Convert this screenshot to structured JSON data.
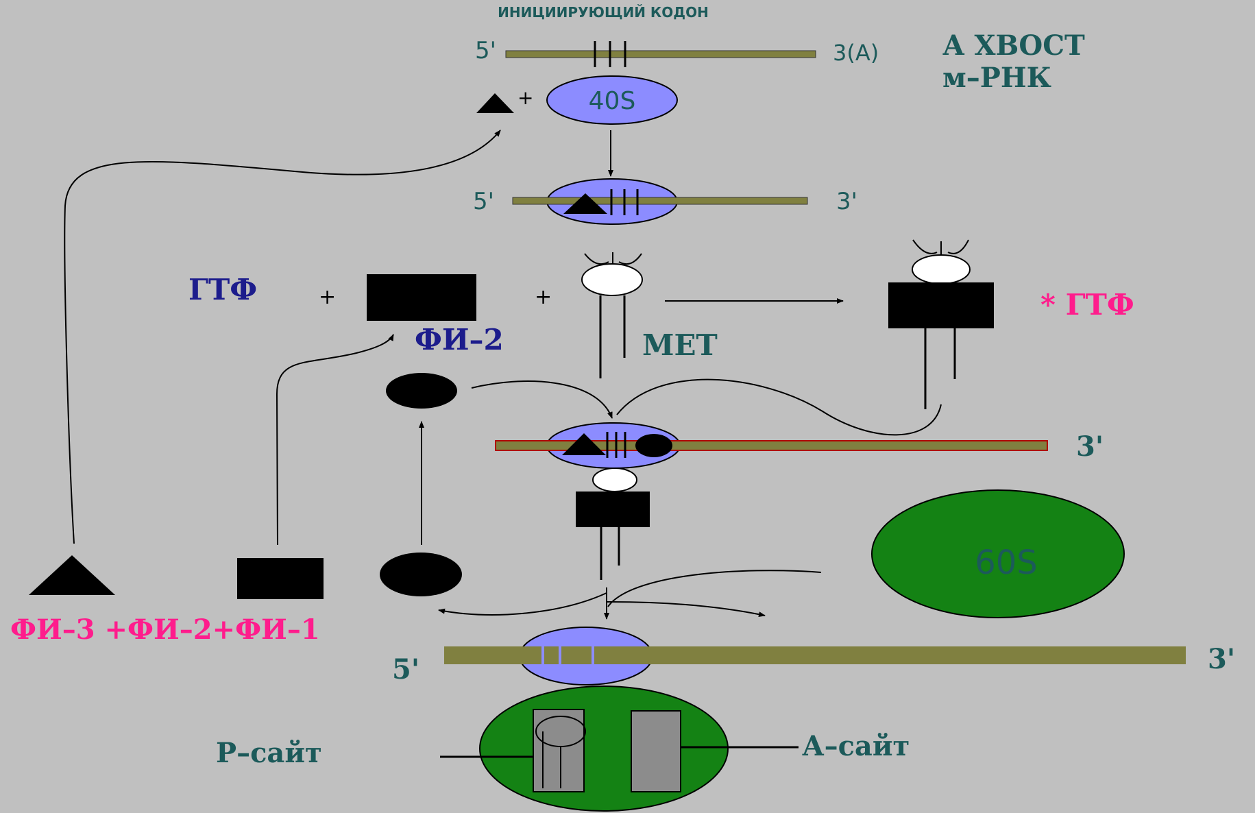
{
  "title": "ИНИЦИИРУЮЩИЙ КОДОН",
  "labels": {
    "five_prime": "5'",
    "three_prime": "3'",
    "three_a": "3(A)",
    "a_tail": "А  ХВОСТ",
    "mrna": "м–РНК",
    "s40": "40S",
    "s60": "60S",
    "gtp": "ГТФ",
    "gtp_star": "*  ГТФ",
    "fi2": "ФИ–2",
    "met": "МЕТ",
    "fi_sum": "ФИ–3 +ФИ–2+ФИ–1",
    "p_site": "Р–сайт",
    "a_site": "А–сайт",
    "plus": "+"
  },
  "colors": {
    "background": "#c0c0c0",
    "mrna_strand": "#808040",
    "subunit_40s": "#8c8cff",
    "subunit_60s": "#148214",
    "label_teal": "#1c5a5a",
    "label_blue": "#1c1c8c",
    "label_magenta": "#ff1c8c",
    "site_gray": "#8c8c8c"
  }
}
